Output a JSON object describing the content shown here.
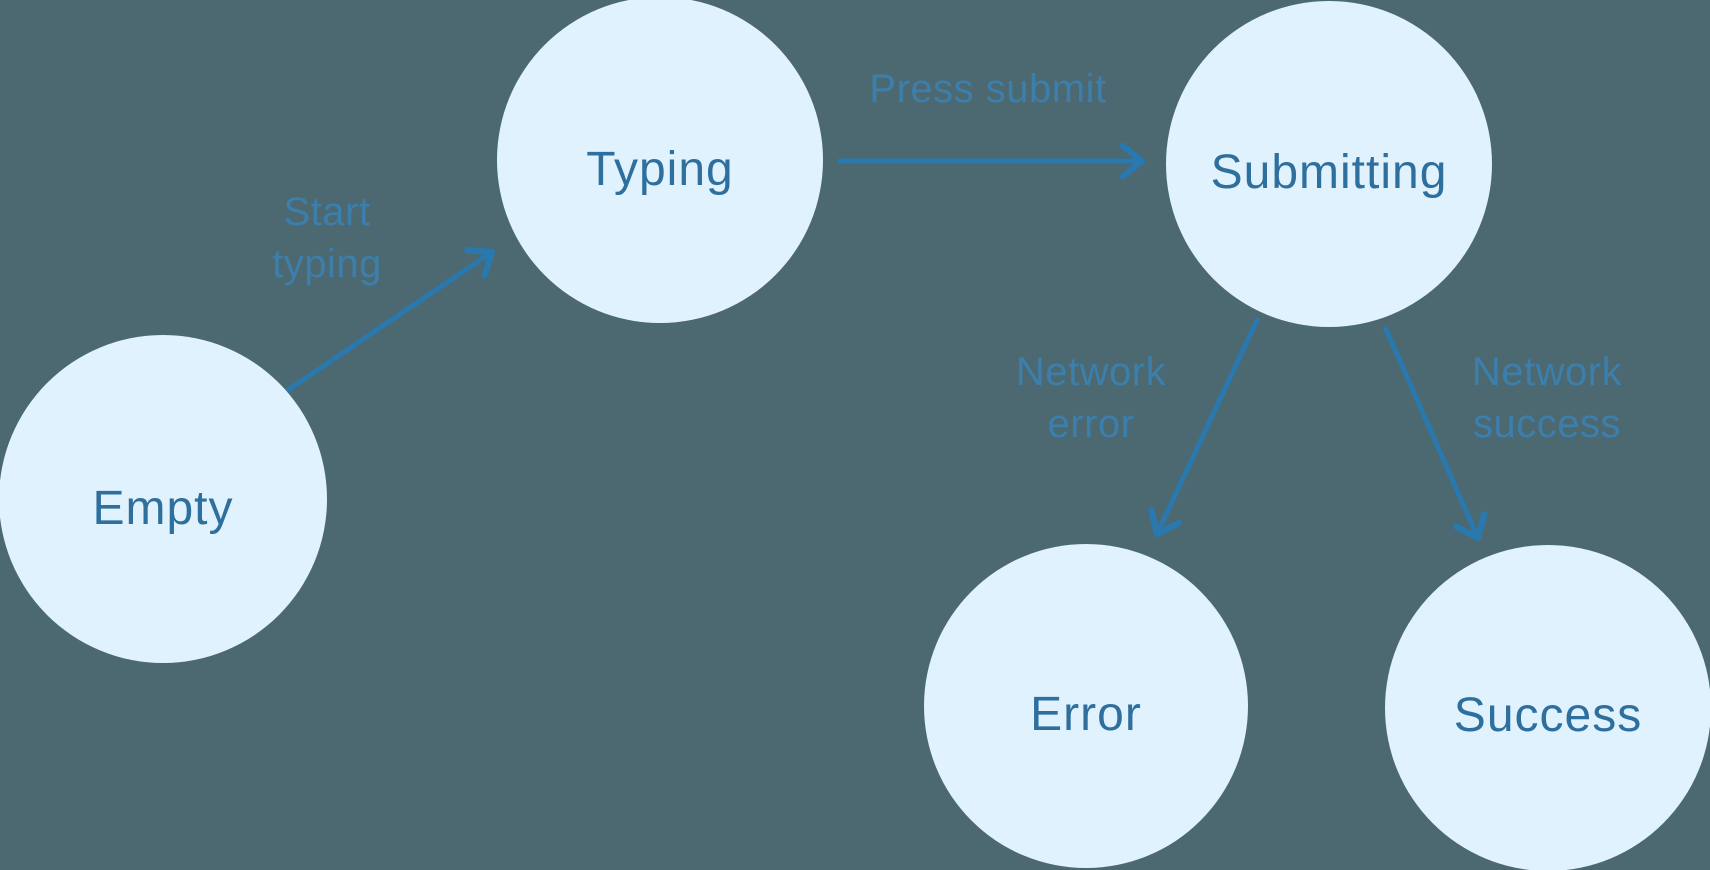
{
  "diagram": {
    "type": "state-machine",
    "colors": {
      "background": "#4C6870",
      "node_fill": "#E0F2FD",
      "node_text": "#2E6F9E",
      "arrow": "#2979AE",
      "edge_label": "#3C7FAC"
    },
    "nodes": [
      {
        "id": "empty",
        "label": "Empty"
      },
      {
        "id": "typing",
        "label": "Typing"
      },
      {
        "id": "submitting",
        "label": "Submitting"
      },
      {
        "id": "error",
        "label": "Error"
      },
      {
        "id": "success",
        "label": "Success"
      }
    ],
    "edges": [
      {
        "id": "empty-to-typing",
        "from": "empty",
        "to": "typing",
        "label": "Start typing",
        "label_lines": [
          "Start",
          "typing"
        ]
      },
      {
        "id": "typing-to-submitting",
        "from": "typing",
        "to": "submitting",
        "label": "Press submit",
        "label_lines": [
          "Press submit"
        ]
      },
      {
        "id": "submitting-to-error",
        "from": "submitting",
        "to": "error",
        "label": "Network error",
        "label_lines": [
          "Network",
          "error"
        ]
      },
      {
        "id": "submitting-to-success",
        "from": "submitting",
        "to": "success",
        "label": "Network success",
        "label_lines": [
          "Network",
          "success"
        ]
      }
    ]
  }
}
